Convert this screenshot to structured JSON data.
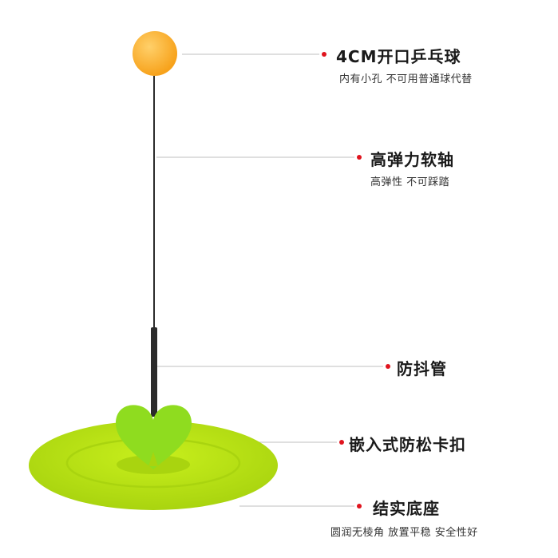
{
  "colors": {
    "ball": "#f7a21b",
    "ball_highlight": "#ffd06a",
    "shaft": "#2b2b2b",
    "base": "#c8ef1c",
    "base_dark": "#a9d40f",
    "heart": "#8fdc1f",
    "leader_line": "#cccccc",
    "dot": "#e0141e"
  },
  "callouts": [
    {
      "title": "4CM开口乒乓球",
      "subtitle": "内有小孔  不可用普通球代替"
    },
    {
      "title": "高弹力软轴",
      "subtitle": "高弹性  不可踩踏"
    },
    {
      "title": "防抖管",
      "subtitle": ""
    },
    {
      "title": "嵌入式防松卡扣",
      "subtitle": ""
    },
    {
      "title": "结实底座",
      "subtitle": "圆润无棱角  放置平稳  安全性好"
    }
  ]
}
